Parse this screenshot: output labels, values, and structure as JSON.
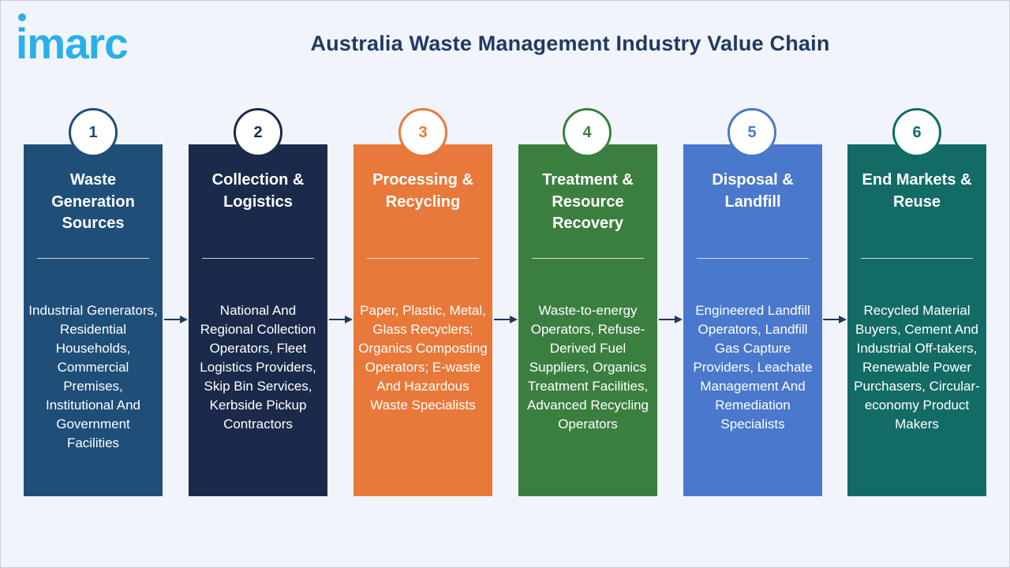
{
  "logo": {
    "text": "imarc"
  },
  "title": "Australia Waste Management Industry Value Chain",
  "colors": {
    "title": "#1f3a63",
    "logo": "#2ab0e8",
    "arrow": "#1f3a63"
  },
  "stages": [
    {
      "number": "1",
      "heading": "Waste Generation Sources",
      "description": "Industrial Generators, Residential Households, Commercial Premises, Institutional And Government Facilities",
      "color": "#1f4e79",
      "badge_color": "#1f4e79"
    },
    {
      "number": "2",
      "heading": "Collection & Logistics",
      "description": "National And Regional Collection Operators, Fleet Logistics Providers, Skip Bin Services, Kerbside Pickup Contractors",
      "color": "#1b2a4a",
      "badge_color": "#1b2a4a"
    },
    {
      "number": "3",
      "heading": "Processing & Recycling",
      "description": "Paper, Plastic, Metal, Glass Recyclers; Organics Composting Operators; E-waste And Hazardous Waste Specialists",
      "color": "#e8793a",
      "badge_color": "#e8793a"
    },
    {
      "number": "4",
      "heading": "Treatment & Resource Recovery",
      "description": "Waste-to-energy Operators, Refuse-Derived Fuel Suppliers, Organics Treatment Facilities, Advanced Recycling Operators",
      "color": "#3b7f40",
      "badge_color": "#3b7f40"
    },
    {
      "number": "5",
      "heading": "Disposal & Landfill",
      "description": "Engineered Landfill Operators, Landfill Gas Capture Providers, Leachate Management And Remediation Specialists",
      "color": "#4a78cc",
      "badge_color": "#4a78cc"
    },
    {
      "number": "6",
      "heading": "End Markets & Reuse",
      "description": "Recycled Material Buyers, Cement And Industrial Off-takers, Renewable Power Purchasers, Circular-economy Product Makers",
      "color": "#136b66",
      "badge_color": "#136b66"
    }
  ]
}
